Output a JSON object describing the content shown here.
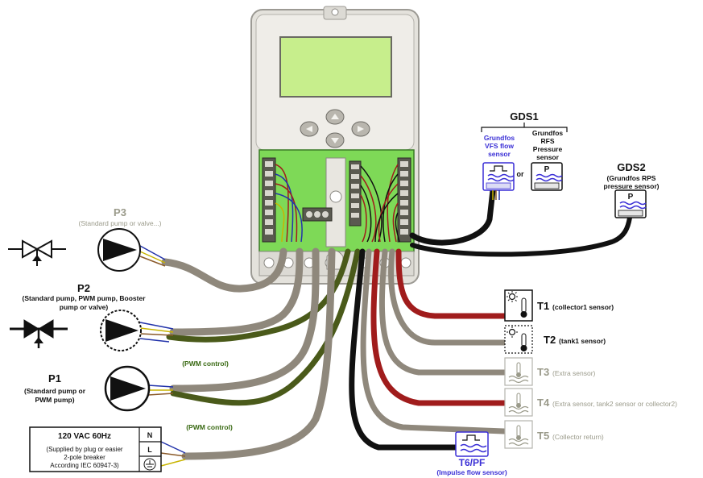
{
  "colors": {
    "cable_gray": "#8f887c",
    "cable_olive": "#4a5a1a",
    "cable_red": "#a01c1c",
    "cable_black": "#111111",
    "board_green": "#7ed957",
    "lcd_green": "#c7ee8c",
    "housing": "#e8e6e0",
    "blue_label": "#3a2fd6",
    "dim_text": "#9a9a8a"
  },
  "gds1": {
    "title": "GDS1",
    "vfs_label_1": "Grundfos",
    "vfs_label_2": "VFS flow",
    "vfs_label_3": "sensor",
    "or": "or",
    "rfs_label_1": "Grundfos",
    "rfs_label_2": "RFS",
    "rfs_label_3": "Pressure",
    "rfs_label_4": "sensor",
    "p_letter": "P"
  },
  "gds2": {
    "title": "GDS2",
    "sub_1": "(Grundfos RPS",
    "sub_2": "pressure sensor)",
    "p_letter": "P"
  },
  "p3": {
    "title": "P3",
    "sub": "(Standard pump or valve...)"
  },
  "p2": {
    "title": "P2",
    "sub_1": "(Standard pump, PWM pump, Booster",
    "sub_2": "pump or valve)"
  },
  "p1": {
    "title": "P1",
    "sub_1": "(Standard pump or",
    "sub_2": "PWM pump)"
  },
  "pwm_control_1": "(PWM control)",
  "pwm_control_2": "(PWM control)",
  "power": {
    "title": "120 VAC 60Hz",
    "line_1": "(Supplied by plug or easier",
    "line_2": "2-pole breaker",
    "line_3": "According IEC 60947-3)",
    "n": "N",
    "l": "L"
  },
  "sensors": [
    {
      "code": "T1",
      "desc": "(collector1 sensor)"
    },
    {
      "code": "T2",
      "desc": "(tank1 sensor)"
    },
    {
      "code": "T3",
      "desc": "(Extra sensor)"
    },
    {
      "code": "T4",
      "desc": "(Extra sensor, tank2 sensor or collector2)"
    },
    {
      "code": "T5",
      "desc": "(Collector return)"
    }
  ],
  "t6": {
    "title": "T6/PF",
    "sub": "(Impulse flow sensor)"
  }
}
